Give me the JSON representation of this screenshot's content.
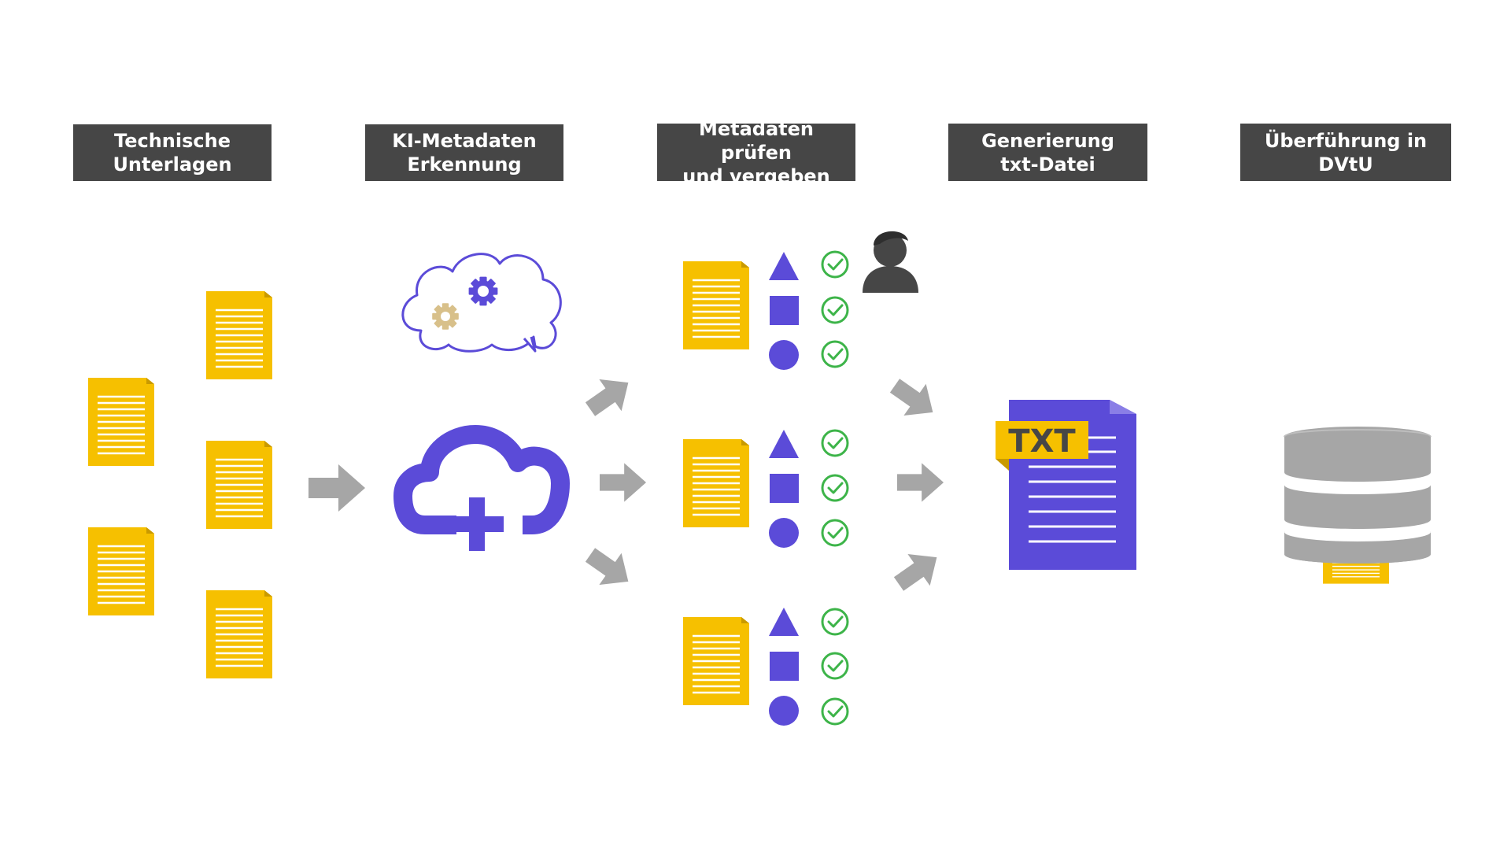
{
  "steps": [
    {
      "line1": "Technische",
      "line2": "Unterlagen"
    },
    {
      "line1": "KI-Metadaten",
      "line2": "Erkennung"
    },
    {
      "line1": "Metadaten prüfen",
      "line2": "und vergeben"
    },
    {
      "line1": "Generierung",
      "line2": "txt-Datei"
    },
    {
      "line1": "Überführung in",
      "line2": "DVtU"
    }
  ],
  "txt_badge": "TXT",
  "icons": {
    "document": "document-icon",
    "thought_cloud_gears": "gears-thought-icon",
    "cloud_add": "cloud-plus-icon",
    "triangle": "triangle-icon",
    "square": "square-icon",
    "circle": "circle-icon",
    "check": "check-circle-icon",
    "user": "user-icon",
    "txt_file": "txt-file-icon",
    "database": "database-icon",
    "arrow": "arrow-icon"
  },
  "colors": {
    "header_bg": "#464646",
    "document_yellow": "#F6C000",
    "purple": "#5B4BD8",
    "arrow_gray": "#A6A6A6",
    "check_green": "#3DB449",
    "gear_tan": "#D8C08A",
    "database_gray": "#A6A6A6"
  }
}
